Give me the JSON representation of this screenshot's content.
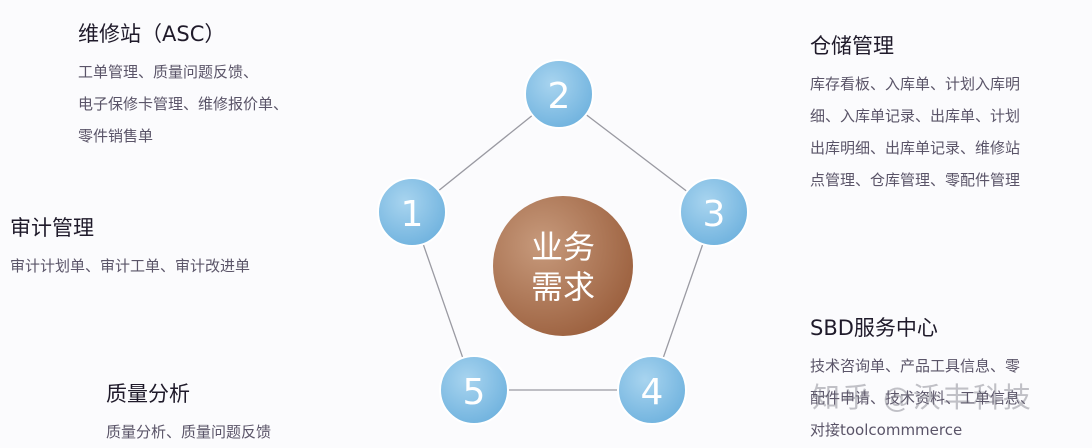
{
  "center": {
    "line1": "业务",
    "line2": "需求"
  },
  "nodes": [
    {
      "number": "1"
    },
    {
      "number": "2"
    },
    {
      "number": "3"
    },
    {
      "number": "4"
    },
    {
      "number": "5"
    }
  ],
  "blocks": {
    "asc": {
      "title": "维修站（ASC）",
      "lines": [
        "工单管理、质量问题反馈、",
        "电子保修卡管理、维修报价单、",
        "零件销售单"
      ]
    },
    "audit": {
      "title": "审计管理",
      "lines": [
        "审计计划单、审计工单、审计改进单"
      ]
    },
    "quality": {
      "title": "质量分析",
      "lines": [
        "质量分析、质量问题反馈"
      ]
    },
    "warehouse": {
      "title": "仓储管理",
      "lines": [
        "库存看板、入库单、计划入库明",
        "细、入库单记录、出库单、计划",
        "出库明细、出库单记录、维修站",
        "点管理、仓库管理、零配件管理"
      ]
    },
    "sbd": {
      "title": "SBD服务中心",
      "lines": [
        "技术咨询单、产品工具信息、零",
        "配件申请、技术资料、工单信息、",
        "对接toolcommmerce"
      ]
    }
  },
  "watermark": "知乎 @沃丰科技",
  "colors": {
    "node": "#7fbde3",
    "center": "#a9714f",
    "line": "#9a9aa2"
  }
}
